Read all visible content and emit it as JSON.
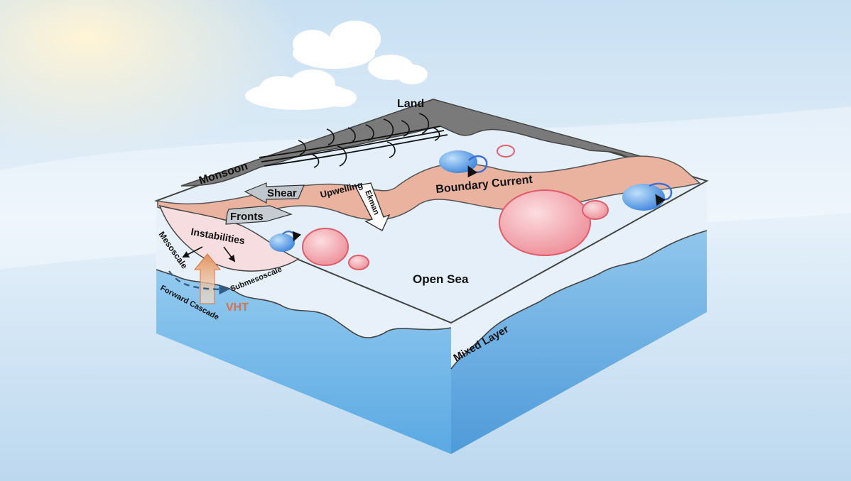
{
  "labels": {
    "land": "Land",
    "monsoon": "Monsoon",
    "shear": "Shear",
    "upwelling": "Upwelling",
    "ekman": "Ekman",
    "boundary_current": "Boundary Current",
    "fronts": "Fronts",
    "instabilities": "Instabilities",
    "mesoscale": "Mesoscale",
    "submesoscale": "Submesoscale",
    "forward_cascade": "Forward Cascade",
    "vht": "VHT",
    "open_sea": "Open Sea",
    "mixed_layer": "Mixed Layer"
  },
  "colors": {
    "land": "#7a7a7a",
    "current_band": "#e9b39f",
    "sea_top": "#e4effa",
    "sea_side": "#8cc8ee",
    "cyclonic_eddy": "#4a8de0",
    "anticyclonic_eddy": "#ec8c94",
    "vht_arrow": "#e59a68",
    "vht_text": "#d9743c",
    "cascade_arrow": "#2f5f86"
  }
}
